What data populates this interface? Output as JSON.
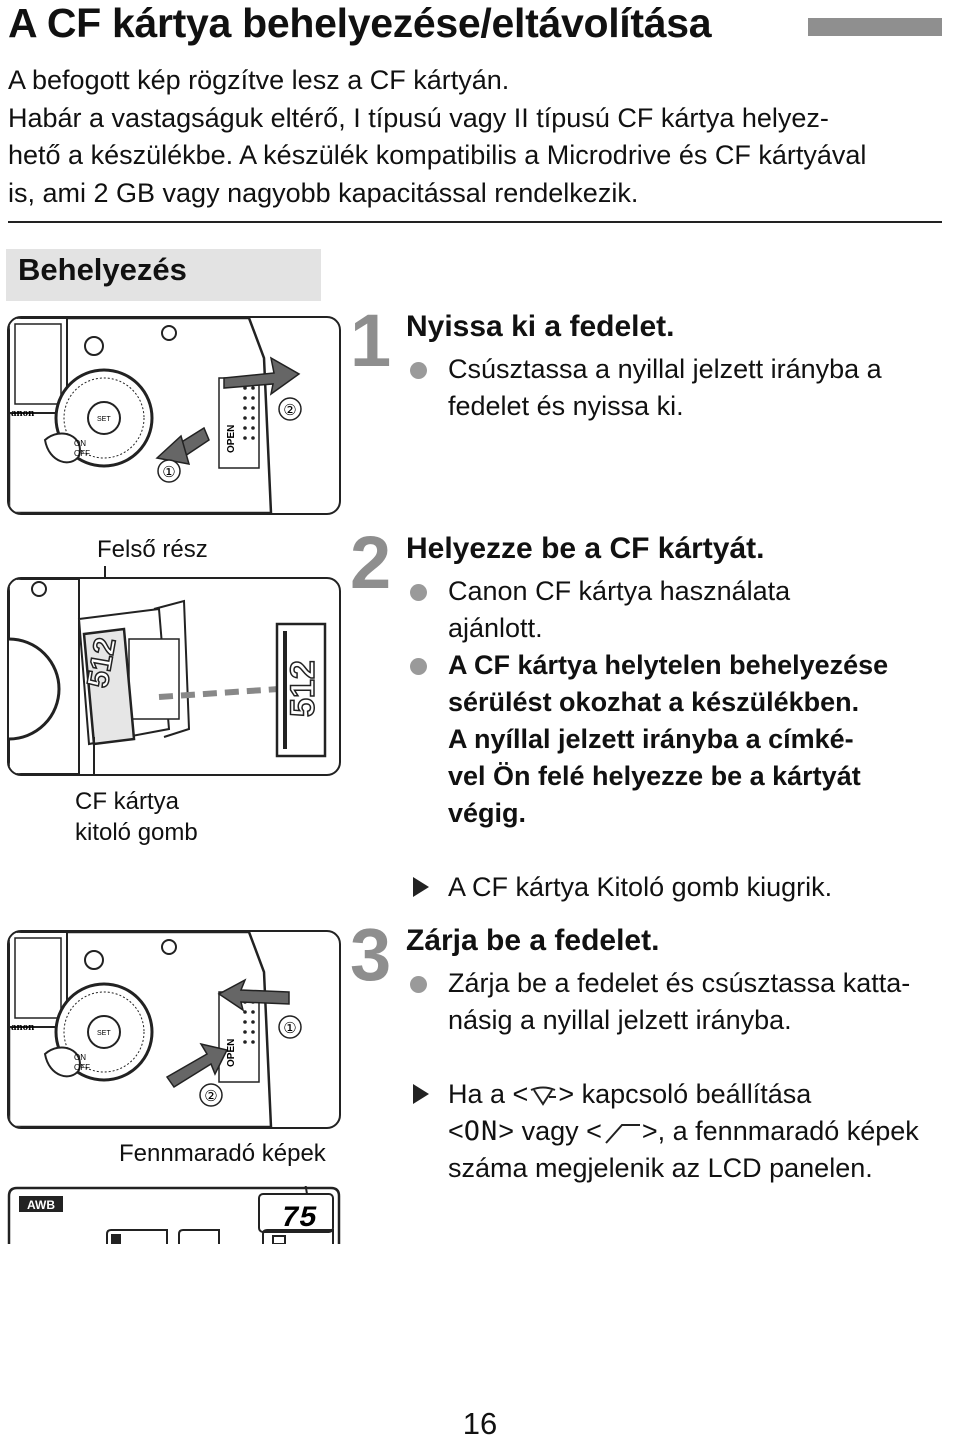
{
  "page": {
    "title": "A CF kártya behelyezése/eltávolítása",
    "intro_lines": [
      "A befogott kép rögzítve lesz a CF kártyán.",
      "Habár a vastagságuk eltérő, I típusú vagy II típusú CF kártya helyez-",
      "hető a készülékbe. A készülék kompatibilis a Microdrive és CF kártyával",
      "is, ami 2 GB vagy nagyobb kapacitással rendelkezik."
    ],
    "section": "Behelyezés",
    "page_number": "16"
  },
  "steps": [
    {
      "number": "1",
      "title": "Nyissa ki a fedelet.",
      "bullet_lines": [
        "Csúsztassa a nyillal jelzett irányba a",
        "fedelet és nyissa ki."
      ]
    },
    {
      "number": "2",
      "title": "Helyezze be a CF kártyát.",
      "bullet1_lines": [
        "Canon CF kártya használata",
        "ajánlott."
      ],
      "bullet2_lines": [
        "A CF kártya helytelen behelyezése",
        "sérülést okozhat a készülékben.",
        "A nyíllal jelzett irányba a címké-",
        "vel Ön felé helyezze be a kártyát",
        "végig."
      ],
      "result": "A CF kártya Kitoló gomb kiugrik."
    },
    {
      "number": "3",
      "title": "Zárja be a fedelet.",
      "bullet_lines": [
        "Zárja be a fedelet és csúsztassa katta-",
        "násig a nyillal jelzett irányba."
      ],
      "result_line1_a": "Ha a <",
      "result_line1_b": "> kapcsoló beállítása",
      "result_line2_a": "<",
      "result_line2_on": "ON",
      "result_line2_b": "> vagy <",
      "result_line2_c": ">, a fennmaradó képek",
      "result_line3": "száma megjelenik az LCD panelen."
    }
  ],
  "figures": {
    "fig1": {
      "label_1": "①",
      "label_2": "②",
      "open_text": "OPEN",
      "on_text": "ON",
      "off_text": "OFF",
      "brand_text": "anon",
      "set_text": "SET"
    },
    "fig2": {
      "caption_top": "Felső rész",
      "caption_bottom_1": "CF kártya",
      "caption_bottom_2": "kitoló gomb",
      "card_text": "512"
    },
    "fig3": {
      "label_1": "①",
      "label_2": "②",
      "open_text": "OPEN",
      "on_text": "ON",
      "off_text": "OFF",
      "brand_text": "anon",
      "set_text": "SET"
    },
    "fig4": {
      "caption": "Fennmaradó képek",
      "awb": "AWB",
      "count": "75"
    }
  },
  "icons": {
    "power": "power-switch-icon",
    "quick_dial": "quick-control-dial-icon",
    "bullet": "gray-dot-icon",
    "result": "result-triangle-icon"
  }
}
